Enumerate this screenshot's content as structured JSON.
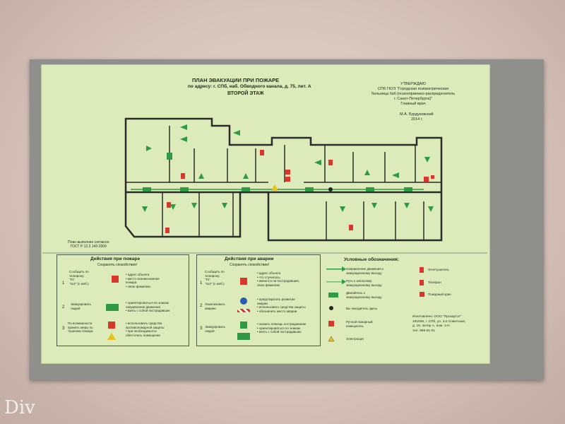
{
  "header": {
    "title": "ПЛАН ЭВАКУАЦИИ ПРИ ПОЖАРЕ",
    "address": "по адресу: г. СПб, наб. Обводного канала, д. 75, лит. А",
    "floor": "ВТОРОЙ ЭТАЖ"
  },
  "approval": {
    "lines": [
      "УТВЕРЖДАЮ",
      "СПб ГКУЗ \"Городская психиатрическая",
      "больница №6 (психоприемно-распределитель",
      "г. Санкт-Петербурга)\"",
      "Главный врач"
    ],
    "signer": "М.А. Бурдуковский",
    "year": "2014 г."
  },
  "gost": [
    "План выполнен согласно",
    "ГОСТ Р 12.2.143-2009"
  ],
  "fire_box": {
    "title": "Действия при пожаре",
    "subtitle": "Сохранять спокойствие!",
    "rows": [
      {
        "num": "1",
        "left": [
          "Сообщить по",
          "телефону:",
          "\"01\"",
          "\"112\" (с моб.)"
        ],
        "right": [
          "• адрес объекта",
          "• место возникновения",
          "  пожара",
          "• свою фамилию"
        ]
      },
      {
        "num": "2",
        "left": [
          "Эвакуировать",
          "людей"
        ],
        "right": [
          "• ориентироваться по знакам",
          "  направления движения",
          "• взять с собой пострадавших"
        ]
      },
      {
        "num": "3",
        "left": [
          "По возможности",
          "принять меры по",
          "тушению пожара"
        ],
        "right": [
          "• использовать средства",
          "  противопожарной защиты",
          "• при необходимости",
          "  обесточить помещение"
        ]
      }
    ]
  },
  "accident_box": {
    "title": "Действия при аварии",
    "subtitle": "Сохранять спокойствие!",
    "rows": [
      {
        "num": "1",
        "left": [
          "Сообщить по",
          "телефону:",
          "\"01\"",
          "\"112\" (с моб.)"
        ],
        "right": [
          "• адрес объекта",
          "• что случилось",
          "• имеются ли пострадавшие,",
          "  свою фамилию"
        ]
      },
      {
        "num": "2",
        "left": [
          "Локализовать",
          "аварию"
        ],
        "right": [
          "• предотвратить развитие",
          "  аварии",
          "• использовать средства защиты",
          "• обозначить место аварии"
        ]
      },
      {
        "num": "3",
        "left": [
          "Эвакуировать",
          "людей"
        ],
        "right": [
          "• оказать помощь пострадавшим",
          "• ориентироваться по знакам",
          "• взять с собой пострадавших"
        ]
      }
    ]
  },
  "legend": {
    "title": "Условные обозначения:",
    "items": [
      [
        "Направление движения к",
        "эвакуационному выходу"
      ],
      [
        "Путь к запасному",
        "эвакуационному выходу"
      ],
      [
        "Двигайтесь к",
        "эвакуационному выходу"
      ],
      [
        "Вы находитесь здесь"
      ],
      [
        "Ручной пожарный",
        "извещатель"
      ],
      [
        "Электрощит"
      ]
    ],
    "right_items": [
      "Огнетушитель",
      "Телефон",
      "Пожарный кран"
    ]
  },
  "maker": [
    "Изготовлено: ООО \"Прокортэт\"",
    "191036, г. СПб, ул. 3-я Советская,",
    "д. 19, литер А, пом. 1-Н",
    "тел. 995-01-01"
  ],
  "watermark": "Div",
  "colors": {
    "sign": "#dcebb9",
    "wall": "#2b2b2b",
    "arrow": "#2f9a45",
    "red": "#d8372b"
  }
}
